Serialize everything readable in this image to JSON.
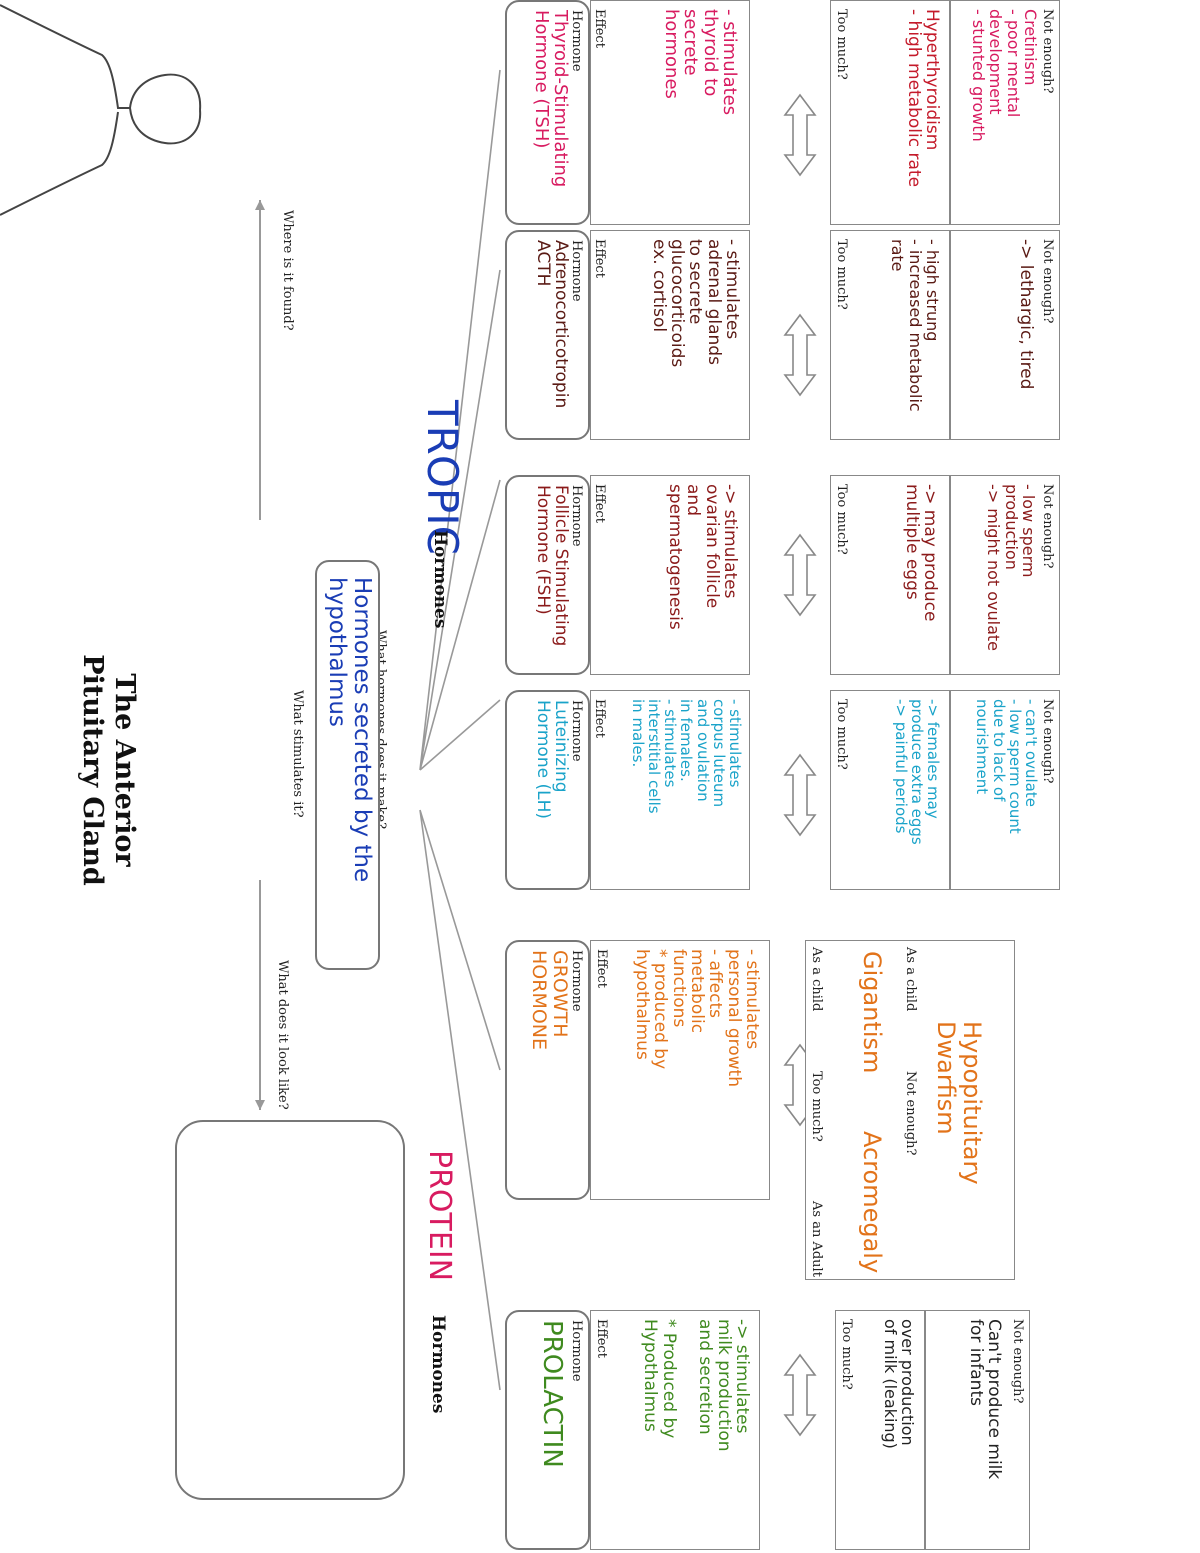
{
  "page": {
    "title": "The Anterior\nPituitary Gland",
    "questions": {
      "where_found": "Where is it found?",
      "what_stimulates": "What stimulates it?",
      "what_hormones": "What hormones does it make?",
      "what_look_like": "What does it look like?"
    },
    "stimulus_answer": "Hormones secreted by the\nhypothalmus",
    "tropic_word": "TROPIC",
    "protein_word": "PROTEIN",
    "hormones_word": "Hormones"
  },
  "labels": {
    "hormone": "Hormone",
    "effect": "Effect",
    "too_much": "Too much?",
    "not_enough": "Not enough?",
    "as_child": "As a child",
    "as_adult": "As an Adult"
  },
  "hormones": [
    {
      "name": "Thyroid-Stimulating\nHormone (TSH)",
      "effect": "- stimulates\nthyroid to\nsecrete\nhormones",
      "too_much": "Hyperthyroidism\n- high metabolic rate",
      "not_enough": "Cretinism\n- poor mental\ndevelopment\n- stunted growth",
      "color": "#d81b60"
    },
    {
      "name": "Adrenocorticotropin\nACTH",
      "effect": "- stimulates\nadrenal glands\nto secrete\nglucocorticoids\nex. cortisol",
      "too_much": "- high strung\n- increased metabolic\nrate",
      "not_enough": "-> lethargic, tired",
      "color": "#5a1a14"
    },
    {
      "name": "Follicle Stimulating\nHormone (FSH)",
      "effect": "-> stimulates\novarian follicle\nand\nspermatogenesis",
      "too_much": "-> may produce\nmultiple eggs",
      "not_enough": "- low sperm\nproduction\n-> might not ovulate",
      "color": "#8b1a1a"
    },
    {
      "name": "Luteinizing\nHormone (LH)",
      "effect": "- stimulates\ncorpus luteum\nand ovulation\nin females.\n- stimulates\ninterstitial cells\nin males.",
      "too_much": "-> females may\nproduce extra eggs\n-> painful periods",
      "not_enough": "- can't ovulate\n- low sperm count\ndue to lack of\nnourishment",
      "color": "#1aa3c9"
    },
    {
      "name": "GROWTH\nHORMONE",
      "effect": "- stimulates\npersonal growth\n- affects\nmetabolic\nfunctions\n* produced by\nhypothalmus",
      "too_child": "Gigantism",
      "too_adult": "Acromegaly",
      "not_child": "Hypopituitary\nDwarfism",
      "color": "#e2731a"
    },
    {
      "name": "PROLACTIN",
      "effect": "-> stimulates\nmilk production\nand secretion\n\n* Produced by\nHypothalmus",
      "too_much": "over production\nof milk (leaking)",
      "not_enough": "Can't produce milk\nfor infants",
      "color": "#3f8a1f"
    }
  ]
}
